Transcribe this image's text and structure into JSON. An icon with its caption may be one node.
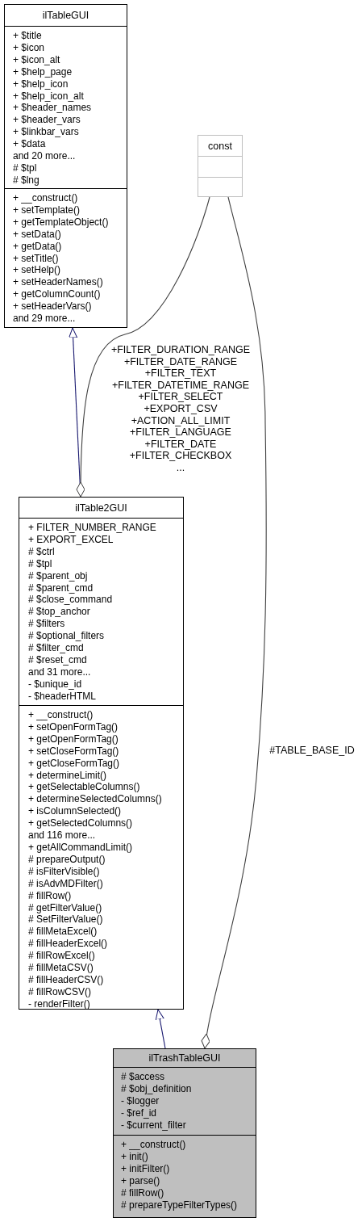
{
  "diagram": {
    "nodes": [
      {
        "text": [
          "ilTableGUI"
        ]
      },
      {
        "text": [
          "+ $title",
          "+ $icon",
          "+ $icon_alt",
          "+ $help_page",
          "+ $help_icon",
          "+ $help_icon_alt",
          "+ $header_names",
          "+ $header_vars",
          "+ $linkbar_vars",
          "+ $data",
          "and 20 more...",
          "# $tpl",
          "# $lng"
        ],
        "in": 0
      },
      {
        "text": [
          "+ __construct()",
          "+ setTemplate()",
          "+ getTemplateObject()",
          "+ setData()",
          "+ getData()",
          "+ setTitle()",
          "+ setHelp()",
          "+ setHeaderNames()",
          "+ getColumnCount()",
          "+ setHeaderVars()",
          "and 29 more..."
        ],
        "in": 0
      },
      {
        "text": [
          "const"
        ]
      },
      {
        "text": [],
        "shape": "box",
        "in": 3
      },
      {
        "text": [],
        "shape": "box",
        "in": 3
      },
      {
        "text": [
          "ilTable2GUI"
        ]
      },
      {
        "text": [
          "+ FILTER_NUMBER_RANGE",
          "+ EXPORT_EXCEL",
          "# $ctrl",
          "# $tpl",
          "# $parent_obj",
          "# $parent_cmd",
          "# $close_command",
          "# $top_anchor",
          "# $filters",
          "# $optional_filters",
          "# $filter_cmd",
          "# $reset_cmd",
          "and 31 more...",
          "- $unique_id",
          "- $headerHTML"
        ],
        "in": 6
      },
      {
        "text": [
          "+ __construct()",
          "+ setOpenFormTag()",
          "+ getOpenFormTag()",
          "+ setCloseFormTag()",
          "+ getCloseFormTag()",
          "+ determineLimit()",
          "+ getSelectableColumns()",
          "+ determineSelectedColumns()",
          "+ isColumnSelected()",
          "+ getSelectedColumns()",
          "and 116 more...",
          "+ getAllCommandLimit()",
          "# prepareOutput()",
          "# isFilterVisible()",
          "# isAdvMDFilter()",
          "# fillRow()",
          "# getFilterValue()",
          "# SetFilterValue()",
          "# fillMetaExcel()",
          "# fillHeaderExcel()",
          "# fillRowExcel()",
          "# fillMetaCSV()",
          "# fillHeaderCSV()",
          "# fillRowCSV()",
          "- renderFilter()"
        ],
        "in": 6
      },
      {
        "text": [
          "ilTrashTableGUI"
        ]
      },
      {
        "text": [
          "# $access",
          "# $obj_definition",
          "- $logger",
          "- $ref_id",
          "- $current_filter"
        ],
        "in": 9
      },
      {
        "text": [
          "+ __construct()",
          "+ init()",
          "+ initFilter()",
          "+ parse()",
          "# fillRow()",
          "# prepareTypeFilterTypes()"
        ],
        "in": 9
      }
    ],
    "edges": [
      {
        "from": 6,
        "to": 0,
        "arrow": "to",
        "color": "#191970"
      },
      {
        "from": 3,
        "to": 6,
        "arrow": "other",
        "label": "+FILTER_DURATION_RANGE +FILTER_DATE_RANGE +FILTER_TEXT +FILTER_DATETIME_RANGE +FILTER_SELECT +EXPORT_CSV +ACTION_ALL_LIMIT +FILTER_LANGUAGE +FILTER_DATE +FILTER_CHECKBOX ...",
        "color": "#404040"
      },
      {
        "from": 3,
        "to": 9,
        "arrow": "other",
        "label": "#TABLE_BASE_ID",
        "color": "#404040"
      },
      {
        "from": 9,
        "to": 6,
        "arrow": "to",
        "color": "#191970"
      }
    ]
  }
}
